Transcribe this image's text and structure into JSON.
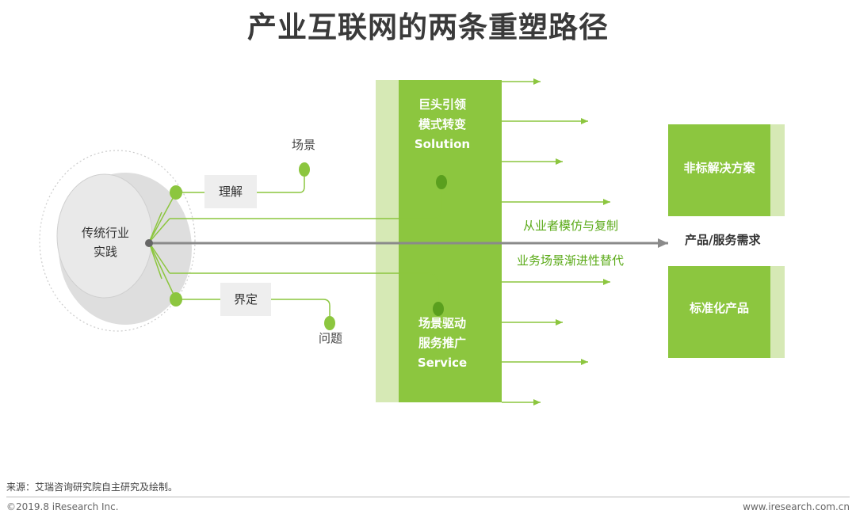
{
  "title": "产业互联网的两条重塑路径",
  "core": {
    "line1": "传统行业",
    "line2": "实践"
  },
  "branches": {
    "understand": "理解",
    "define": "界定",
    "scene": "场景",
    "problem": "问题"
  },
  "bar_top": {
    "line1": "巨头引领",
    "line2": "模式转变",
    "line3": "Solution"
  },
  "bar_bottom": {
    "line1": "场景驱动",
    "line2": "服务推广",
    "line3": "Service"
  },
  "flows": {
    "upper": "从业者模仿与复制",
    "lower": "业务场景渐进性替代"
  },
  "outputs": {
    "top": "非标解决方案",
    "bottom": "标准化产品",
    "center": "产品/服务需求"
  },
  "footer": {
    "source": "来源：艾瑞咨询研究院自主研究及绘制。",
    "copyright": "©2019.8 iResearch Inc.",
    "url": "www.iresearch.com.cn"
  },
  "colors": {
    "green": "#8cc63f",
    "light_green": "#d6e9b5",
    "gray_arrow": "#8a8a8a"
  }
}
